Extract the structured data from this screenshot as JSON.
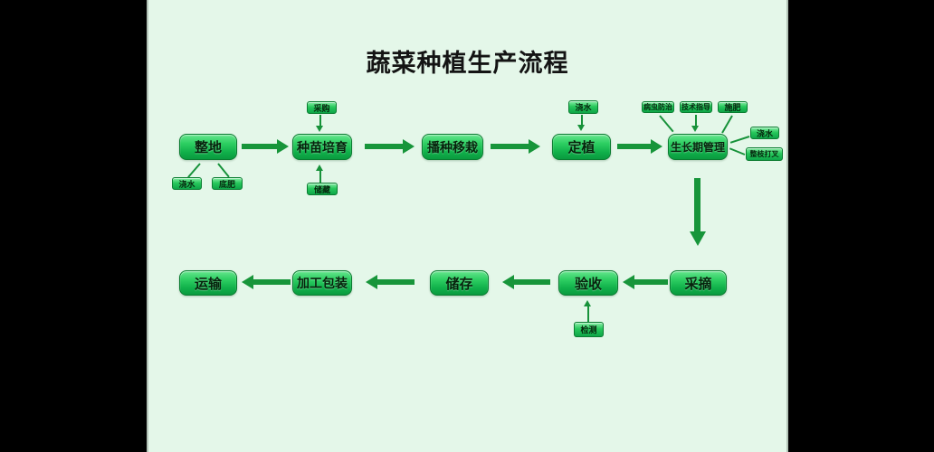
{
  "title": "蔬菜种植生产流程",
  "main_nodes": [
    {
      "label": "整地"
    },
    {
      "label": "种苗培育"
    },
    {
      "label": "播种移栽"
    },
    {
      "label": "定植"
    },
    {
      "label": "生长期管理"
    },
    {
      "label": "采摘"
    },
    {
      "label": "验收"
    },
    {
      "label": "储存"
    },
    {
      "label": "加工包装"
    },
    {
      "label": "运输"
    }
  ],
  "satellite_nodes": [
    {
      "label": "浇水"
    },
    {
      "label": "底肥"
    },
    {
      "label": "采购"
    },
    {
      "label": "储藏"
    },
    {
      "label": "浇水"
    },
    {
      "label": "病虫防治"
    },
    {
      "label": "技术指导"
    },
    {
      "label": "施肥"
    },
    {
      "label": "浇水"
    },
    {
      "label": "整枝打叉"
    },
    {
      "label": "检测"
    }
  ],
  "colors": {
    "background": "#e4f7e9",
    "side_bars": "#000000",
    "box_gradient_top": "#66e58d",
    "box_gradient_bottom": "#0a9a3f",
    "box_border": "#0a7c30",
    "arrow": "#17953a",
    "title_text": "#141414",
    "box_text": "#07230d"
  }
}
